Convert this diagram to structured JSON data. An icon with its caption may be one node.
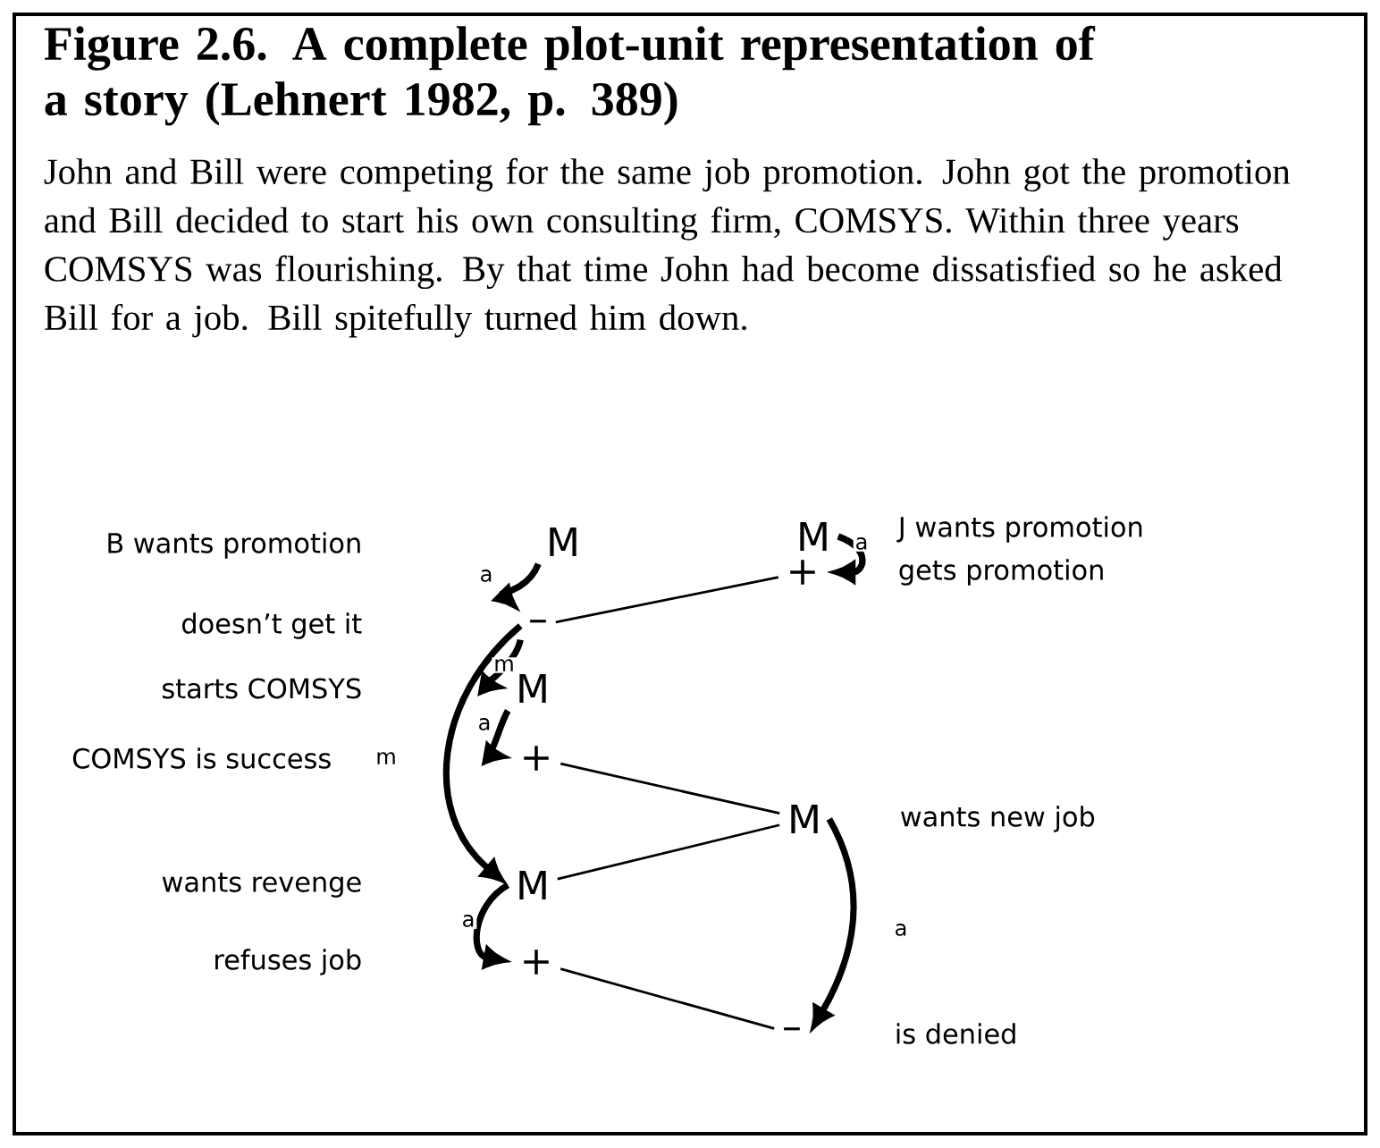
{
  "diagram": {
    "title": "Figure 2.6. A complete plot-unit representation of a story (Lehnert 1982, p. 389)",
    "nodes": [
      {
        "text": [
          "M"
        ]
      },
      {
        "text": [
          "–"
        ]
      },
      {
        "text": [
          "M"
        ]
      },
      {
        "text": [
          "+"
        ]
      },
      {
        "text": [
          "M"
        ]
      },
      {
        "text": [
          "+"
        ]
      },
      {
        "text": [
          "M"
        ]
      },
      {
        "text": [
          "+"
        ]
      },
      {
        "text": [
          "M"
        ]
      },
      {
        "text": [
          "–"
        ]
      }
    ],
    "edges": [
      {
        "from": 0,
        "to": 1,
        "arrow": "to",
        "label": "a"
      },
      {
        "from": 1,
        "to": 2,
        "arrow": "to",
        "label": "m"
      },
      {
        "from": 2,
        "to": 3,
        "arrow": "to",
        "label": "a"
      },
      {
        "from": 1,
        "to": 4,
        "arrow": "to",
        "label": "m"
      },
      {
        "from": 4,
        "to": 5,
        "arrow": "to",
        "label": "a"
      },
      {
        "from": 6,
        "to": 7,
        "arrow": "to",
        "label": "a"
      },
      {
        "from": 8,
        "to": 9,
        "arrow": "to",
        "label": "a"
      },
      {
        "from": 1,
        "to": 7,
        "arrow": "none"
      },
      {
        "from": 3,
        "to": 8,
        "arrow": "none"
      },
      {
        "from": 4,
        "to": 8,
        "arrow": "none"
      },
      {
        "from": 5,
        "to": 9,
        "arrow": "none"
      }
    ],
    "labels": [
      "John and Bill were competing for the same job promotion. John got the promotion and Bill decided to start his own consulting firm, COMSYS. Within three years COMSYS was flourishing. By that time John had become dissatisfied so he asked Bill for a job. Bill spitefully turned him down.",
      "B wants promotion",
      "J wants promotion",
      "gets promotion",
      "doesn’t get it",
      "starts COMSYS",
      "COMSYS is success",
      "wants new job",
      "wants revenge",
      "refuses job",
      "is denied"
    ]
  }
}
